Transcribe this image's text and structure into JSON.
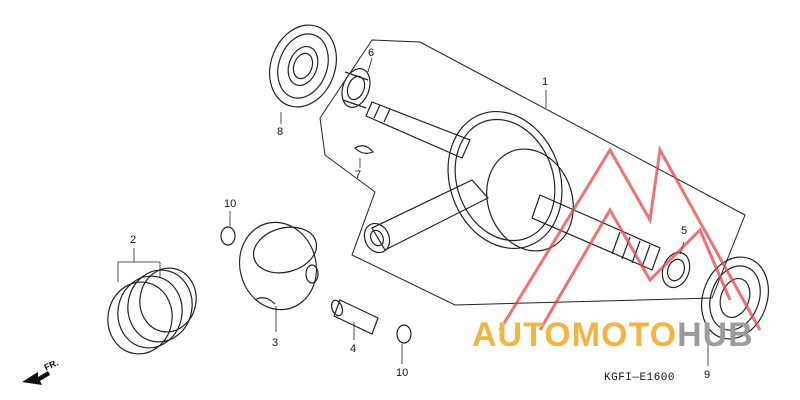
{
  "callouts": {
    "crankshaft": "1",
    "piston_rings": "2",
    "piston": "3",
    "piston_pin": "4",
    "bearing_right_small": "5",
    "bearing_left_small": "6",
    "key": "7",
    "bearing_left": "8",
    "bearing_right": "9",
    "clip_top": "10",
    "clip_bottom": "10"
  },
  "diagram_code": "KGFI—E1600",
  "direction_label": "FR.",
  "watermark": {
    "part1": "AUTOMOTO",
    "part2": "HUB",
    "colors": {
      "triangle": "#e84545",
      "text_a": "#f2b640",
      "text_b": "#9c9c9c"
    }
  }
}
